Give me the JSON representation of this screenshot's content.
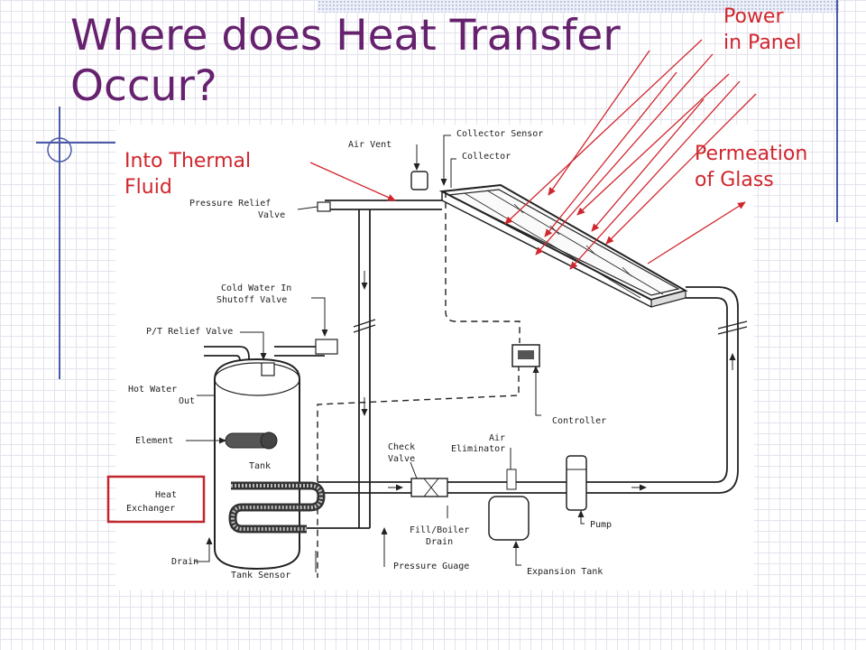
{
  "slide": {
    "title_line1": "Where does Heat Transfer",
    "title_line2": "Occur?"
  },
  "callouts": {
    "power_line1": "Power",
    "power_line2": "in Panel",
    "permeation_line1": "Permeation",
    "permeation_line2": "of Glass",
    "into_line1": "Into Thermal",
    "into_line2": "Fluid"
  },
  "diagram_labels": {
    "air_vent": "Air Vent",
    "collector_sensor": "Collector Sensor",
    "collector": "Collector",
    "pressure_relief_1": "Pressure Relief",
    "pressure_relief_2": "Valve",
    "cold_water_1": "Cold Water In",
    "cold_water_2": "Shutoff Valve",
    "pt_relief": "P/T Relief Valve",
    "hot_water_1": "Hot Water",
    "hot_water_2": "Out",
    "element": "Element",
    "tank": "Tank",
    "heat_exchanger_1": "Heat",
    "heat_exchanger_2": "Exchanger",
    "drain": "Drain",
    "tank_sensor": "Tank Sensor",
    "check_valve_1": "Check",
    "check_valve_2": "Valve",
    "air_eliminator_1": "Air",
    "air_eliminator_2": "Eliminator",
    "fill_drain_1": "Fill/Boiler",
    "fill_drain_2": "Drain",
    "pressure_gauge": "Pressure Guage",
    "controller": "Controller",
    "pump": "Pump",
    "expansion_tank": "Expansion Tank"
  },
  "colors": {
    "title": "#66226e",
    "callout": "#d0262d",
    "highlight_box": "#c0272d"
  }
}
